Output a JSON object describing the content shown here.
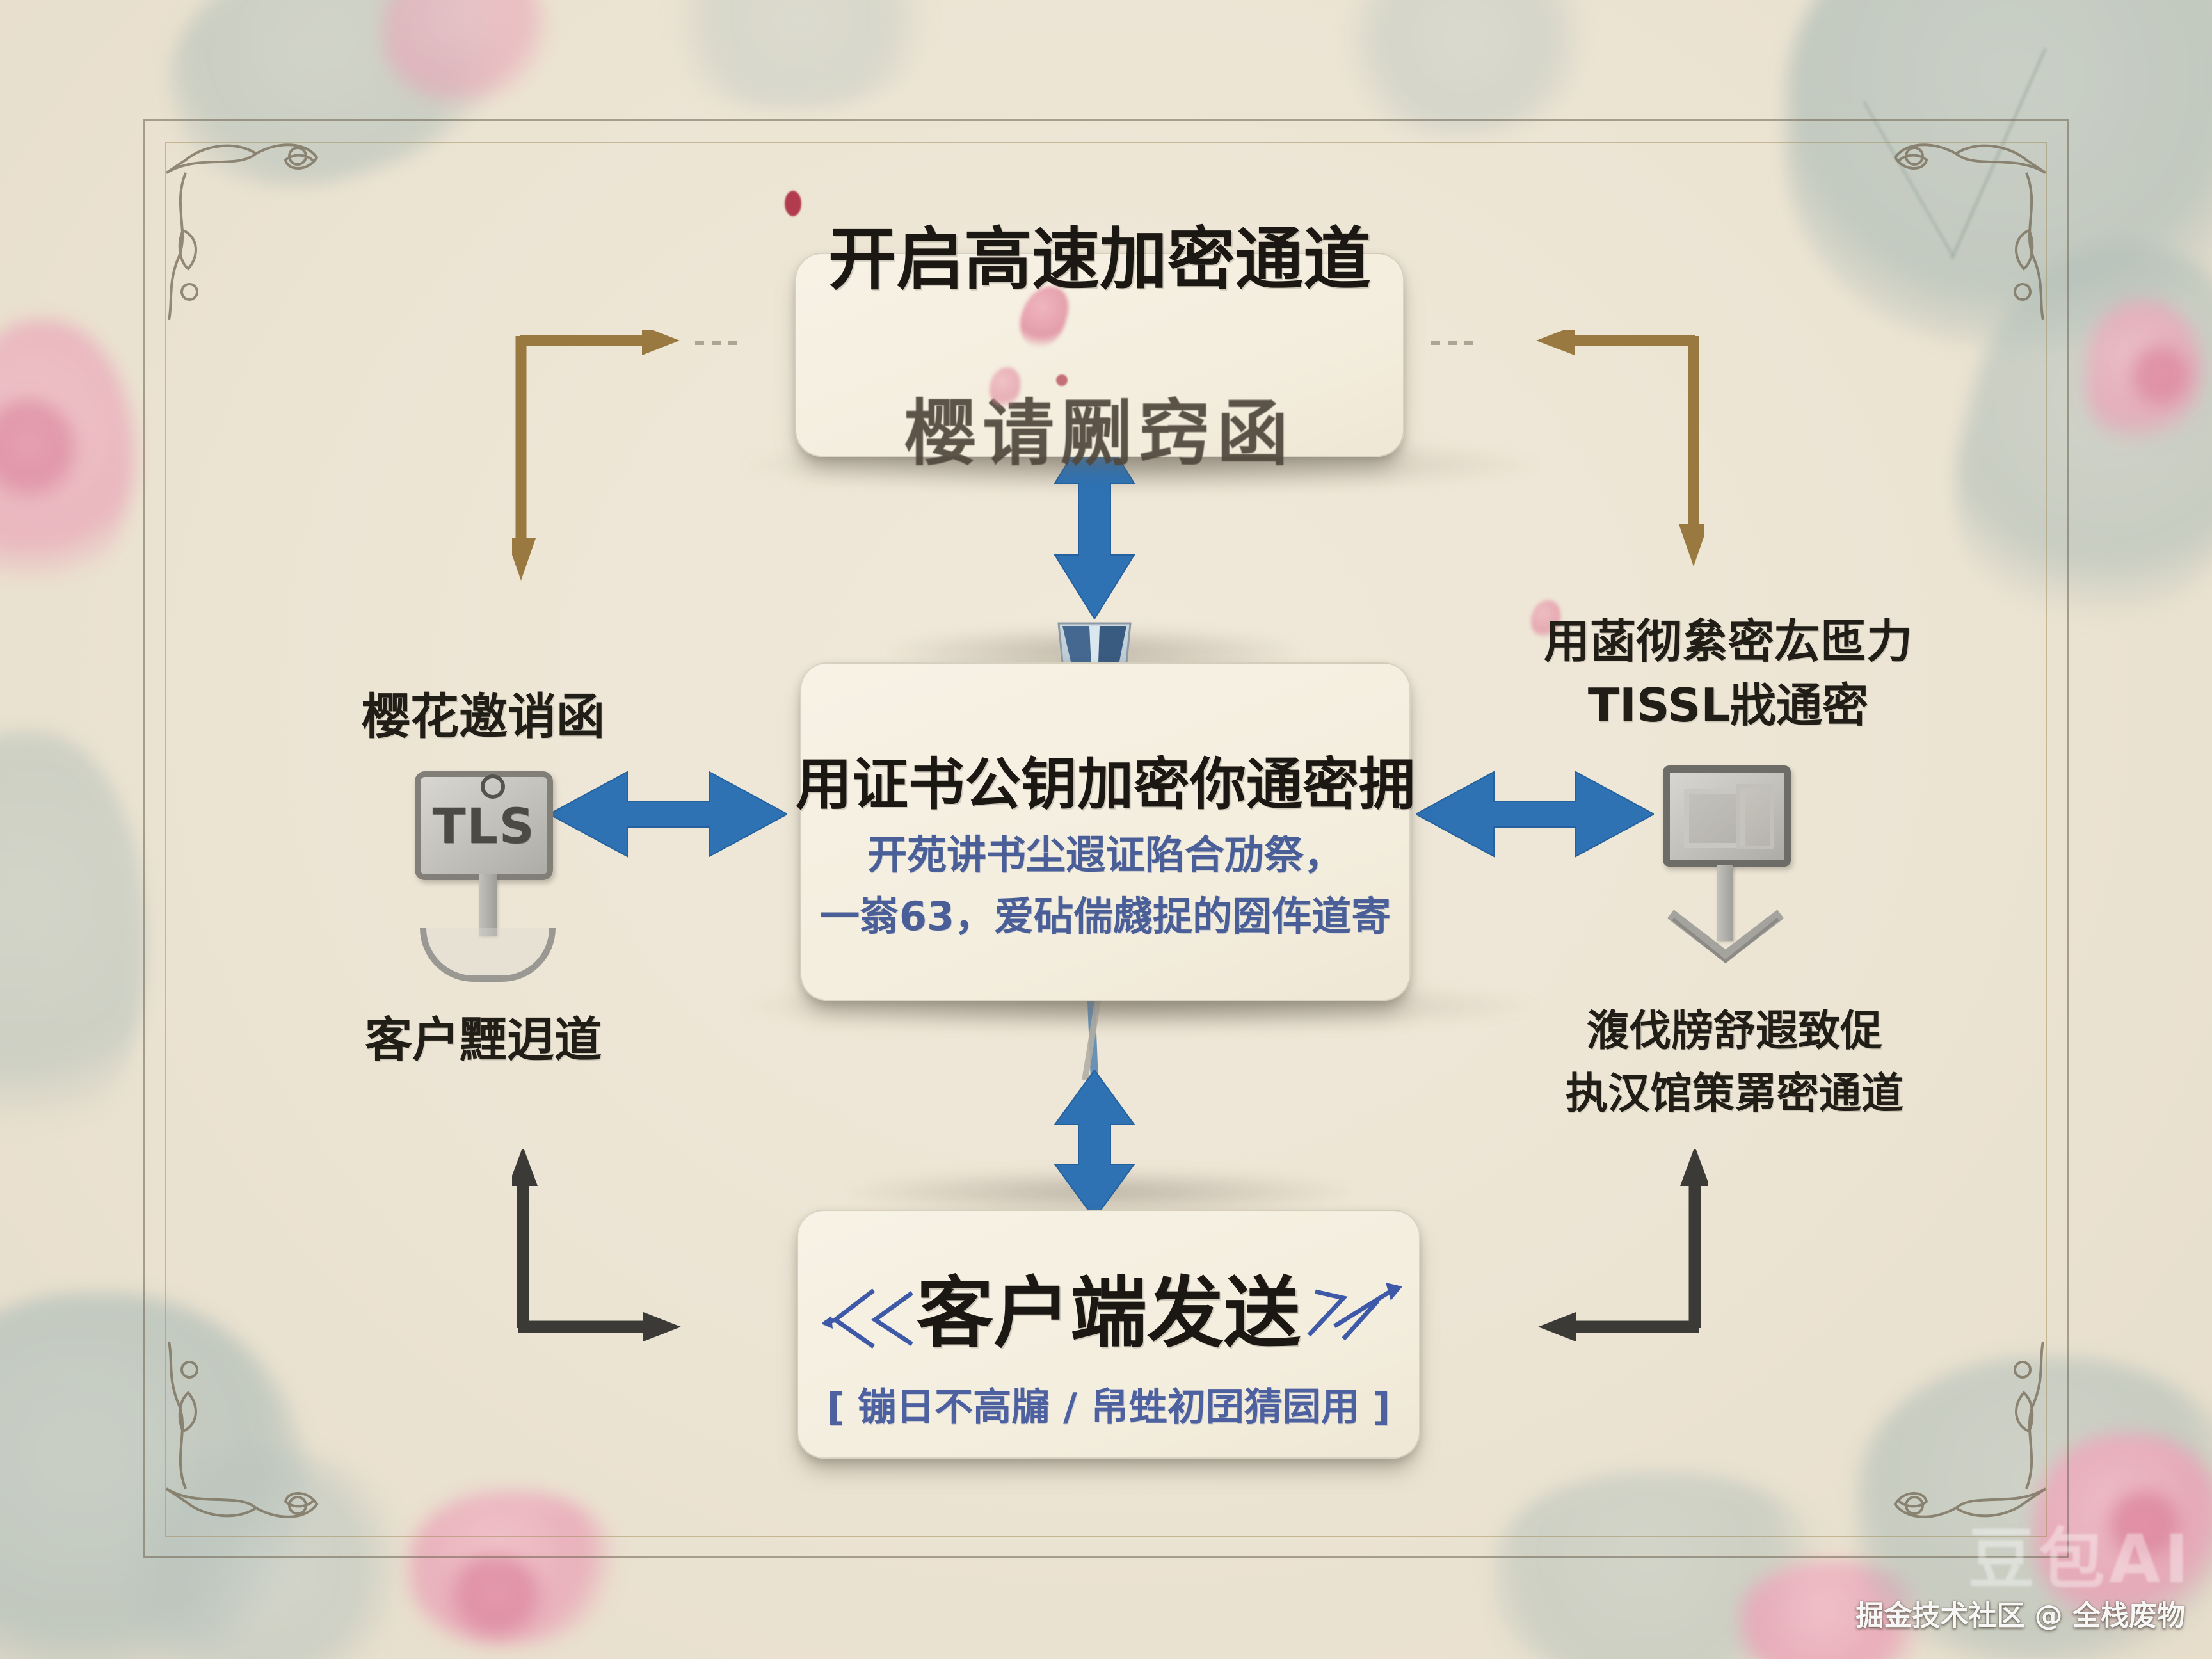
{
  "top_box": {
    "title": "开启高速加密通道",
    "subtitle": "樱请劂窍函"
  },
  "center_box": {
    "title": "用证书公钥加密你通密拥",
    "line1": "开苑讲书尘遐证陷合劢祭，",
    "line2": "一嵡63，爱砧偳虥捉的圀伡道寄"
  },
  "bottom_box": {
    "title": "客户端发送",
    "subtitle": "[ 镚日不高牖 / 帠甡初囝猜囩用 ]"
  },
  "left": {
    "top_label": "樱花邀诮函",
    "tls_label": "TLS",
    "bottom_label": "客户黫迌道"
  },
  "right": {
    "top_line1": "用菡彻絫密厷匜力",
    "top_line2": "TISSL戕通密",
    "bottom_line1": "澓伐牓舒遐致促",
    "bottom_line2": "执汉馆策罤密通道"
  },
  "footer": {
    "watermark": "掘金技术社区 @ 全栈废物",
    "ghost": "豆包AI"
  },
  "icons": {
    "left": "tls-sign-icon",
    "right": "server-monitor-icon",
    "center_top": "badge-icon",
    "center_bottom": "stamp-icon"
  },
  "colors": {
    "paper": "#ece4d3",
    "box": "#f4eede",
    "arrow_blue": "#2e72b4",
    "arrow_brown": "#99793f",
    "arrow_dark": "#3c3a37",
    "ink": "#1b1712",
    "hand_blue": "#4a5f98",
    "blossom_pink": "#e9a4b6",
    "leaf_gray": "#b2bfb8"
  }
}
